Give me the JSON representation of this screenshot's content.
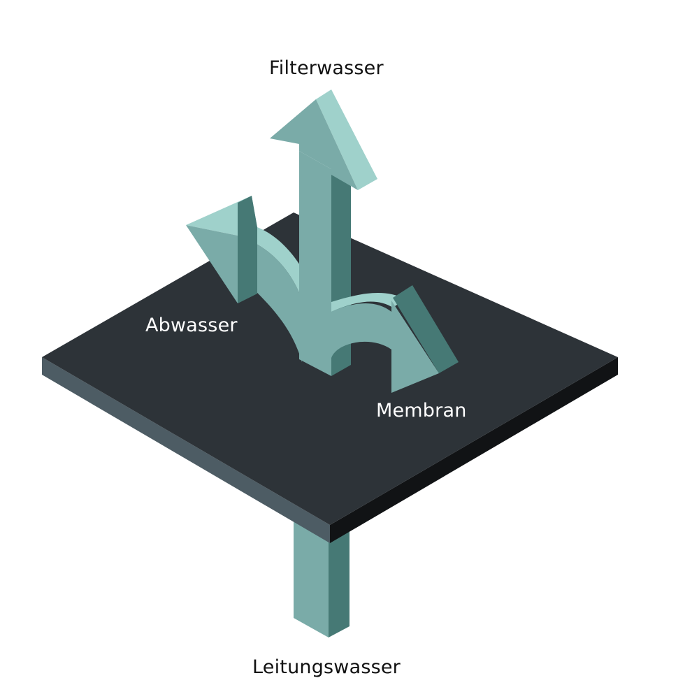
{
  "labels": {
    "filtered_water": "Filterwasser",
    "waste_water": "Abwasser",
    "membrane": "Membran",
    "tap_water": "Leitungswasser"
  },
  "colors": {
    "background": "#ffffff",
    "plate_top": "#2d3338",
    "plate_side_left": "#4d5c64",
    "plate_side_right": "#111315",
    "arrow_front": "#7aaba8",
    "arrow_light": "#9fd1cb",
    "arrow_dark": "#467975",
    "label_dark": "#111111",
    "label_light": "#ffffff"
  }
}
